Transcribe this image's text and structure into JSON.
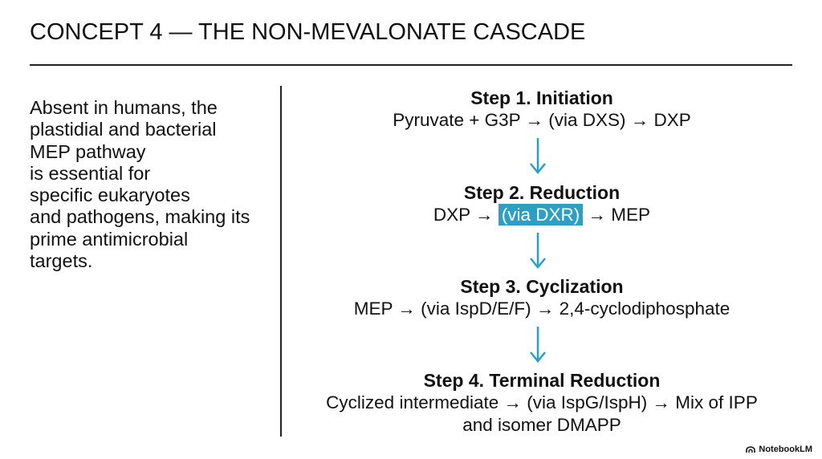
{
  "slide": {
    "title": "CONCEPT 4 — THE NON-MEVALONATE CASCADE",
    "left_text": [
      "Absent in humans, the",
      "plastidial and bacterial",
      "MEP pathway",
      "is essential for",
      "specific eukaryotes",
      "and pathogens, making its",
      "prime antimicrobial",
      "targets."
    ]
  },
  "steps": [
    {
      "title": "Step 1. Initiation",
      "desc": "Pyruvate + G3P → (via DXS) → DXP"
    },
    {
      "title": "Step 2. Reduction",
      "desc_pre": "DXP → ",
      "desc_highlight": "(via DXR)",
      "desc_post": " → MEP"
    },
    {
      "title": "Step 3. Cyclization",
      "desc": "MEP → (via IspD/E/F) → 2,4-cyclodiphosphate"
    },
    {
      "title": "Step 4. Terminal Reduction",
      "desc_line1": "Cyclized intermediate → (via IspG/IspH) → Mix of IPP",
      "desc_line2": "and isomer DMAPP"
    }
  ],
  "colors": {
    "accent": "#2b9fc4",
    "text": "#111111",
    "rule": "#222222"
  },
  "branding": {
    "label": "NotebookLM",
    "icon": "notebooklm-logo-icon"
  }
}
